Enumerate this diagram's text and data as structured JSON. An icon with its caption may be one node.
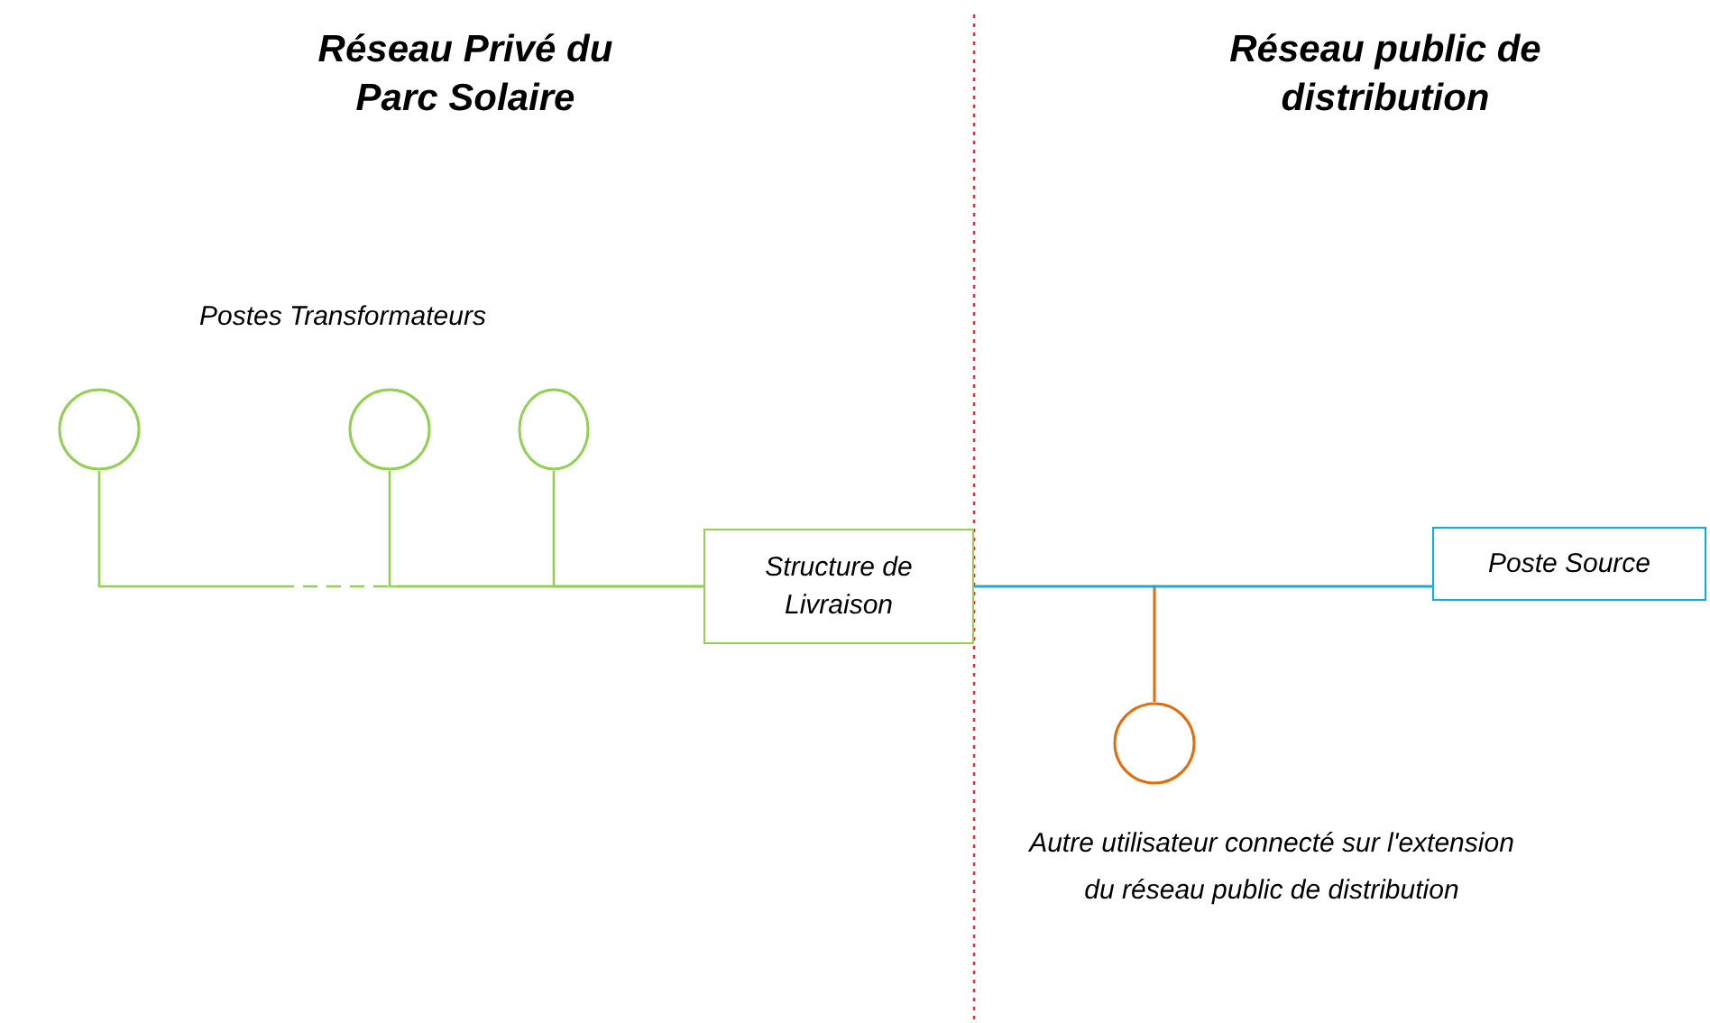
{
  "diagram": {
    "nodes": [
      {
        "text": [],
        "shape": "circle"
      },
      {
        "text": [],
        "shape": "circle"
      },
      {
        "text": [],
        "shape": "circle"
      },
      {
        "text": [
          "Structure de Livraison"
        ]
      },
      {
        "text": [
          "Poste Source"
        ]
      },
      {
        "text": [],
        "shape": "circle",
        "beside": [
          "Autre utilisateur connecté sur l'extension du réseau public de distribution"
        ]
      }
    ],
    "edges": [
      {
        "from": 0,
        "to": 3,
        "arrow": "none",
        "color": "#92d050",
        "style": "dashed"
      },
      {
        "from": 1,
        "to": 3,
        "arrow": "none",
        "color": "#92d050"
      },
      {
        "from": 2,
        "to": 3,
        "arrow": "none",
        "color": "#92d050"
      },
      {
        "from": 5,
        "to": 3,
        "arrow": "none",
        "color": "#e46c0a"
      },
      {
        "from": 5,
        "to": 4,
        "arrow": "none",
        "color": "#e46c0a"
      },
      {
        "from": 3,
        "to": 4,
        "arrow": "none",
        "color": "#00b0f0"
      }
    ],
    "labels": [
      "Réseau Privé du Parc Solaire",
      "Réseau public de distribution",
      "Postes Transformateurs"
    ]
  }
}
